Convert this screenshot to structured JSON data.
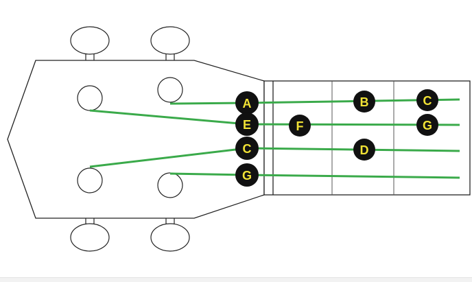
{
  "colors": {
    "outline": "#222222",
    "string": "#3aaa4a",
    "dot_fill": "#111111",
    "dot_text": "#f2e335",
    "fret": "#555555",
    "background": "#ffffff"
  },
  "strings": [
    {
      "open_note": "A",
      "notes": [
        {
          "fret": 2,
          "label": "B"
        },
        {
          "fret": 3,
          "label": "C"
        }
      ]
    },
    {
      "open_note": "E",
      "notes": [
        {
          "fret": 1,
          "label": "F"
        },
        {
          "fret": 3,
          "label": "G"
        }
      ]
    },
    {
      "open_note": "C",
      "notes": [
        {
          "fret": 2,
          "label": "D"
        }
      ]
    },
    {
      "open_note": "G",
      "notes": []
    }
  ]
}
